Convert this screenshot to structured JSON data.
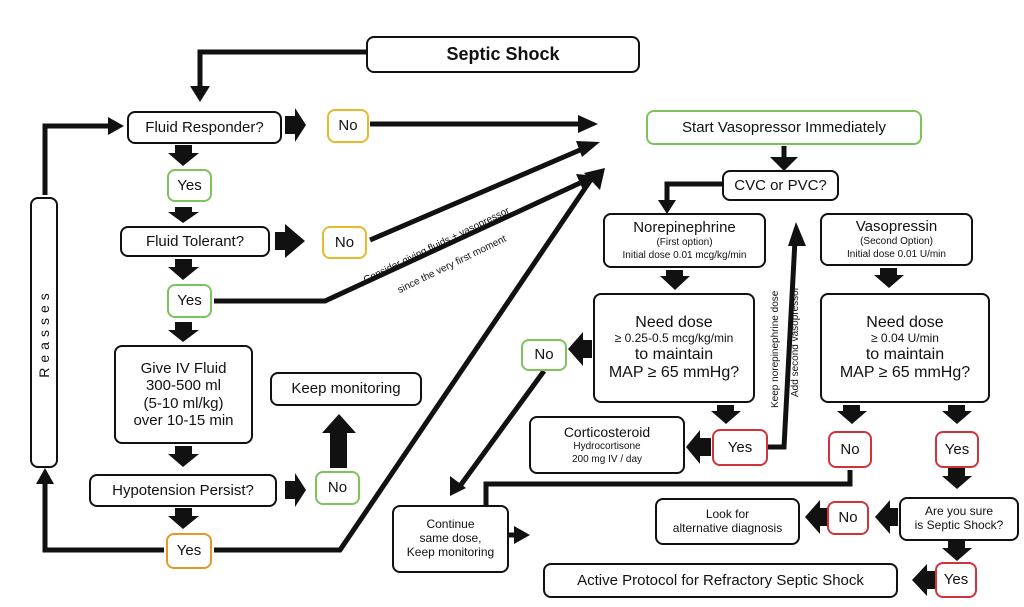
{
  "nodes": {
    "septic_shock": "Septic Shock",
    "fluid_responder": "Fluid Responder?",
    "no_responder": "No",
    "yes_responder": "Yes",
    "fluid_tolerant": "Fluid Tolerant?",
    "no_tolerant": "No",
    "yes_tolerant": "Yes",
    "give_iv_fluid": [
      "Give IV Fluid",
      "300-500 ml",
      "(5-10 ml/kg)",
      "over 10-15 min"
    ],
    "keep_monitoring": "Keep monitoring",
    "hypotension_persist": "Hypotension Persist?",
    "no_hypotension": "No",
    "yes_hypotension": "Yes",
    "reasses": "Reasses",
    "start_vasopressor": "Start Vasopressor Immediately",
    "cvc_or_pvc": "CVC or PVC?",
    "norepinephrine": {
      "name": "Norepinephrine",
      "option": "(First option)",
      "dose": "Initial dose 0.01 mcg/kg/min"
    },
    "vasopressin": {
      "name": "Vasopressin",
      "option": "(Second Option)",
      "dose": "Initial dose 0.01 U/min"
    },
    "need_dose_norepi": [
      "Need dose",
      "≥ 0.25-0.5 mcg/kg/min",
      "to maintain",
      "MAP ≥ 65 mmHg?"
    ],
    "need_dose_vaso": [
      "Need dose",
      "≥ 0.04 U/min",
      "to maintain",
      "MAP ≥ 65 mmHg?"
    ],
    "no_norepi": "No",
    "corticosteroid": {
      "name": "Corticosteroid",
      "drug": "Hydrocortisone",
      "dose": "200 mg IV / day"
    },
    "yes_norepi": "Yes",
    "no_vaso": "No",
    "yes_vaso": "Yes",
    "continue_same_dose": [
      "Continue",
      "same dose,",
      "Keep monitoring"
    ],
    "look_for_alternative": [
      "Look for",
      "alternative diagnosis"
    ],
    "no_sure": "No",
    "are_you_sure": [
      "Are you sure",
      "is Septic Shock?"
    ],
    "active_protocol": "Active Protocol for Refractory Septic Shock",
    "yes_sure": "Yes"
  },
  "edge_labels": {
    "consider_fluids": "Consider giving fluids + vasopressor",
    "since_first_moment": "since the very first moment",
    "keep_norepi_dose": "Keep norepinephrine dose",
    "add_second_vasopressor": "Add second vasopressor"
  },
  "colors": {
    "green": "#7cc35a",
    "amber": "#e8b92a",
    "orange": "#e5982a",
    "red": "#d2333a",
    "line": "#111111"
  }
}
